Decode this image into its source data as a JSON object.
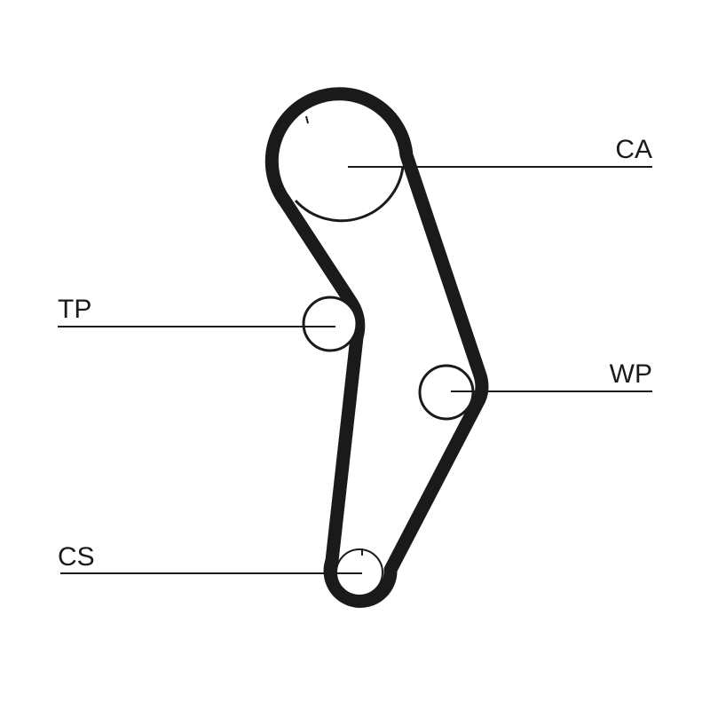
{
  "diagram": {
    "labels": {
      "ca": "CA",
      "tp": "TP",
      "wp": "WP",
      "cs": "CS"
    }
  },
  "colors": {
    "ink": "#1a1a1a",
    "background": "#ffffff"
  }
}
